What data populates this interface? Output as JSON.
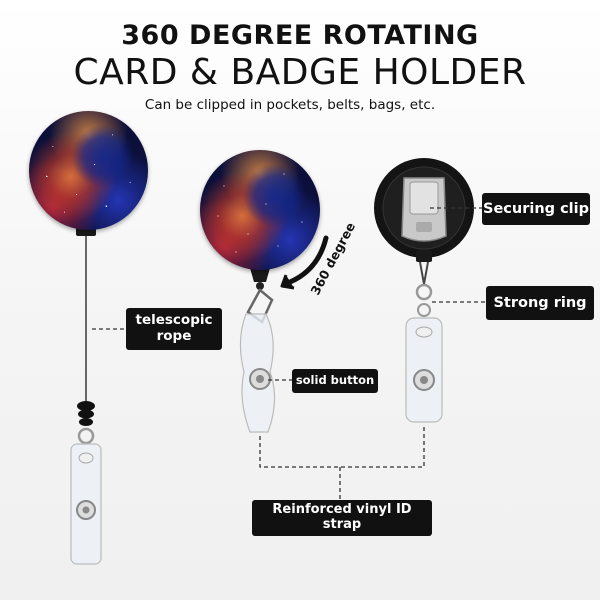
{
  "header": {
    "line1": "360 DEGREE ROTATING",
    "line2": "CARD & BADGE HOLDER",
    "subline": "Can be clipped in pockets, belts, bags, etc."
  },
  "callouts": {
    "telescopic_rope": "telescopic\nrope",
    "solid_button": "solid button",
    "securing_clip": "Securing clip",
    "strong_ring": "Strong ring",
    "vinyl_strap": "Reinforced vinyl ID strap",
    "rotation": "360 degree"
  },
  "colors": {
    "label_bg": "#111111",
    "label_text": "#ffffff",
    "page_bg": "#f4f4f4"
  }
}
